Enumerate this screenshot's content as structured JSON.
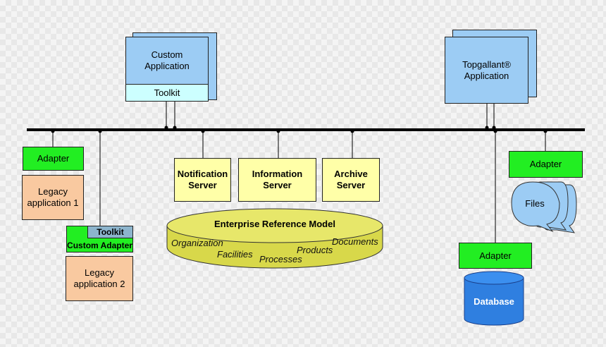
{
  "custom_app": {
    "title": "Custom\nApplication",
    "toolkit": "Toolkit"
  },
  "topgallant": {
    "title": "Topgallant®\nApplication"
  },
  "left_adapter": {
    "label": "Adapter"
  },
  "legacy1": {
    "label": "Legacy\napplication 1"
  },
  "custom_adapter": {
    "toolkit": "Toolkit",
    "label": "Custom Adapter"
  },
  "legacy2": {
    "label": "Legacy\napplication 2"
  },
  "servers": [
    {
      "label": "Notification\nServer"
    },
    {
      "label": "Information\nServer"
    },
    {
      "label": "Archive\nServer"
    }
  ],
  "erm": {
    "title": "Enterprise Reference Model",
    "items": [
      "Organization",
      "Facilities",
      "Processes",
      "Products",
      "Documents"
    ]
  },
  "right_adapter_top": {
    "label": "Adapter"
  },
  "files": {
    "label": "Files"
  },
  "right_adapter_bottom": {
    "label": "Adapter"
  },
  "database": {
    "label": "Database"
  },
  "colors": {
    "green": "#22ee22",
    "peach": "#f9c9a0",
    "yellow": "#ffffa8",
    "blue": "#9cccf4",
    "cyan": "#ccffff",
    "olive": "#d8d84a",
    "database": "#2f7fe0"
  }
}
